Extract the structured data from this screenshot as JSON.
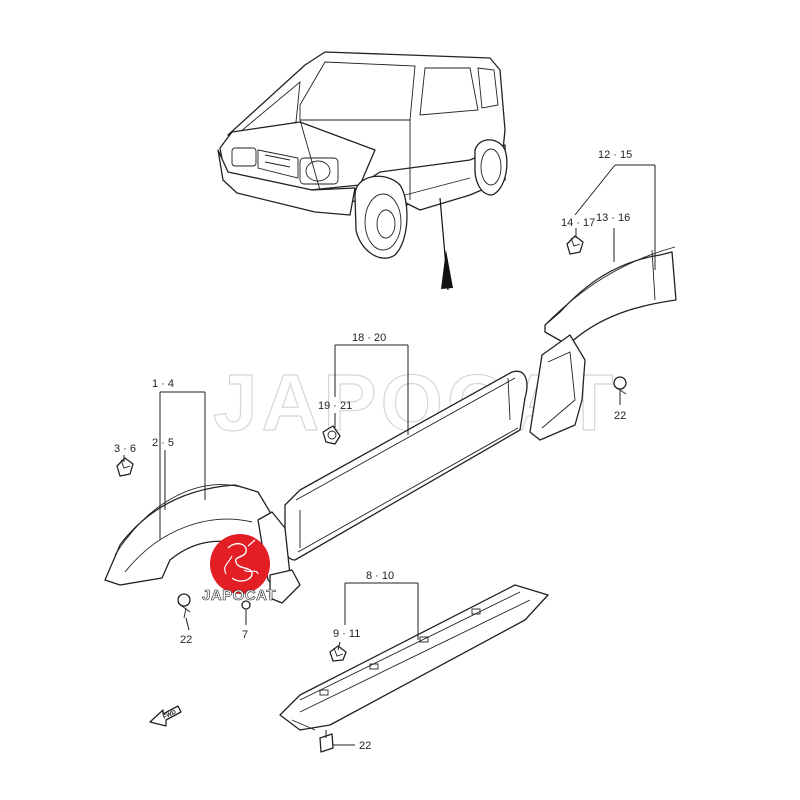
{
  "watermark": {
    "text": "JAPOCAT"
  },
  "logo": {
    "text": "JAPOCAT",
    "color": "#e31e24"
  },
  "fwd_label": "FWD",
  "callouts": {
    "c_1_4": "1 · 4",
    "c_2_5": "2 · 5",
    "c_3_6": "3 · 6",
    "c_7": "7",
    "c_8_10": "8 · 10",
    "c_9_11": "9 · 11",
    "c_12_15": "12 · 15",
    "c_13_16": "13 · 16",
    "c_14_17": "14 · 17",
    "c_18_20": "18 · 20",
    "c_19_21": "19 · 21",
    "c_22_front": "22",
    "c_22_rear": "22",
    "c_22_sill": "22"
  }
}
